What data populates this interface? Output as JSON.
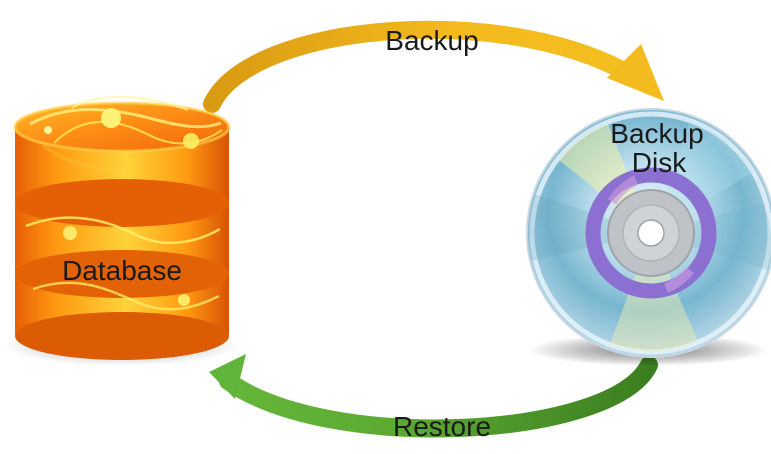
{
  "diagram": {
    "nodes": [
      {
        "id": "database",
        "label": "Database",
        "icon": "database-cylinder-icon"
      },
      {
        "id": "backup_disk",
        "label_lines": [
          "Backup",
          "Disk"
        ],
        "icon": "optical-disc-icon"
      }
    ],
    "edges": [
      {
        "from": "database",
        "to": "backup_disk",
        "label": "Backup",
        "color": "#f0b11a"
      },
      {
        "from": "backup_disk",
        "to": "database",
        "label": "Restore",
        "color": "#4e9a2a"
      }
    ]
  },
  "colors": {
    "database_orange": "#f57f0b",
    "database_yellow": "#ffe34a",
    "disc_blue": "#6fb6cf",
    "disc_purple": "#8a6fd1",
    "backup_arrow": "#f0b11a",
    "restore_arrow": "#4e9a2a"
  }
}
